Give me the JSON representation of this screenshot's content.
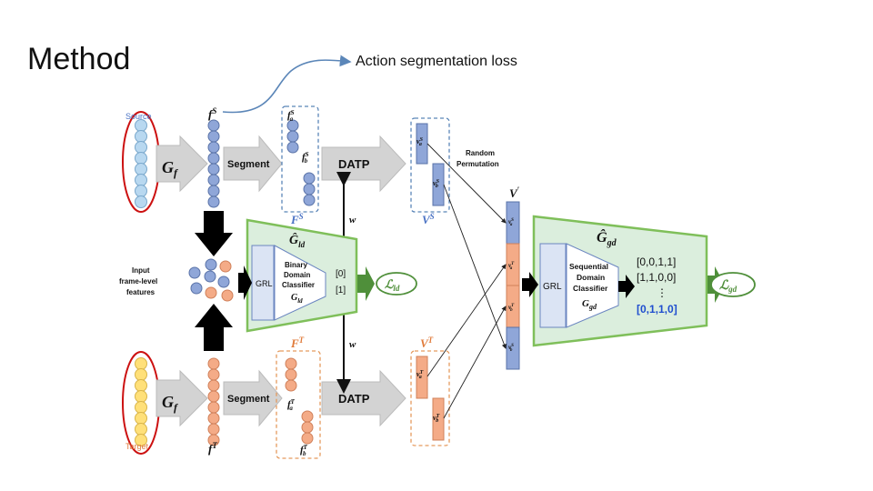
{
  "slide": {
    "title": "Method",
    "caption": "Action segmentation loss"
  },
  "diagram": {
    "source_label": "Source",
    "target_label": "Target",
    "input_label_lines": [
      "Input",
      "frame-level",
      "features"
    ],
    "gf_label": "Gf",
    "segment_label": "Segment",
    "datp_label": "DATP",
    "fs_label": "fS",
    "ft_label": "fT",
    "fsa_label": "fSa",
    "fsb_label": "fSb",
    "fta_label": "fTa",
    "ftb_label": "fTb",
    "FS_label": "FS",
    "FT_label": "FT",
    "VS_label": "VS",
    "VT_label": "VT",
    "w_label": "w",
    "vsa_label": "vSa",
    "vsb_label": "vSb",
    "vta_label": "vTa",
    "vtb_label": "vTb",
    "random_perm_lines": [
      "Random",
      "Permutation"
    ],
    "vprime_label": "V'",
    "ld": {
      "title": "Ĝld",
      "grl": "GRL",
      "classifier_lines": [
        "Binary",
        "Domain",
        "Classifier"
      ],
      "g_label": "Gld",
      "outputs": [
        "[0]",
        "[1]"
      ],
      "loss": "ℒld"
    },
    "gd": {
      "title": "Ĝgd",
      "grl": "GRL",
      "classifier_lines": [
        "Sequential",
        "Domain",
        "Classifier"
      ],
      "g_label": "Ggd",
      "outputs": [
        "[0,0,1,1]",
        "[1,1,0,0]",
        "⋮",
        "[0,1,1,0]"
      ],
      "loss": "ℒgd"
    }
  },
  "colors": {
    "source_blue": "#8fa6d8",
    "target_orange": "#f4ab87",
    "domain_green": "#4f8f3a",
    "highlight_blue": "#1f4ecf",
    "red_ellipse": "#cc1111"
  }
}
